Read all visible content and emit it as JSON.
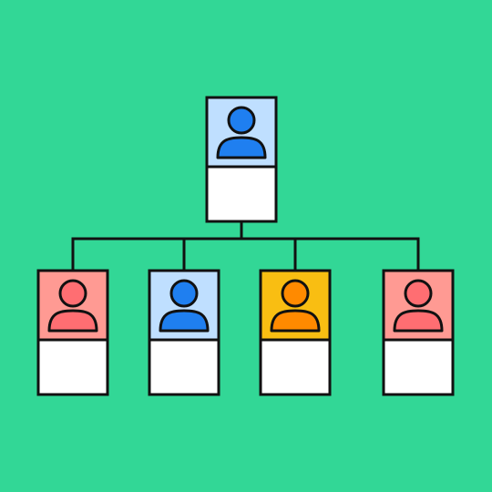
{
  "colors": {
    "background": "#32D796",
    "stroke": "#111111",
    "card_bottom": "#FFFFFF",
    "light_blue_bg": "#BFDFFF",
    "blue_person": "#1F7FF0",
    "salmon_bg": "#FF9A93",
    "salmon_person": "#FF6E72",
    "yellow_bg": "#F9BE12",
    "orange_person": "#FF8A00"
  },
  "org_chart": {
    "root": {
      "icon": "person-icon",
      "theme": "blue"
    },
    "children": [
      {
        "icon": "person-icon",
        "theme": "salmon"
      },
      {
        "icon": "person-icon",
        "theme": "blue"
      },
      {
        "icon": "person-icon",
        "theme": "orange"
      },
      {
        "icon": "person-icon",
        "theme": "salmon"
      }
    ]
  }
}
